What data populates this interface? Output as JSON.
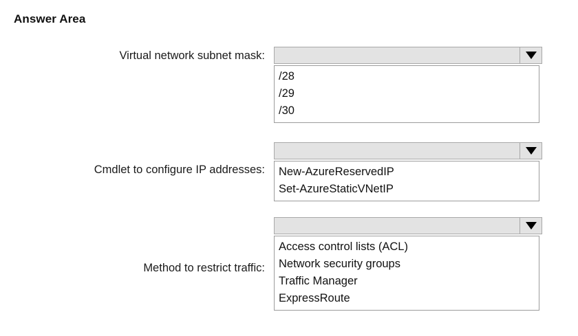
{
  "page": {
    "title": "Answer Area"
  },
  "icons": {
    "dropdown_arrow": "chevron-down-icon"
  },
  "colors": {
    "page_background": "#ffffff",
    "combo_fill": "#e3e3e3",
    "combo_border": "#a8a8a8",
    "list_background": "#ffffff",
    "list_border": "#9b9b9b",
    "text": "#111111",
    "arrow": "#000000"
  },
  "fields": [
    {
      "label": "Virtual network subnet mask:",
      "selected_value": "",
      "placeholder": "",
      "expanded": true,
      "options": [
        "/28",
        "/29",
        "/30"
      ]
    },
    {
      "label": "Cmdlet to configure IP addresses:",
      "selected_value": "",
      "placeholder": "",
      "expanded": true,
      "options": [
        "New-AzureReservedIP",
        "Set-AzureStaticVNetIP"
      ]
    },
    {
      "label": "Method to restrict traffic:",
      "selected_value": "",
      "placeholder": "",
      "expanded": true,
      "options": [
        "Access control lists (ACL)",
        "Network security groups",
        "Traffic Manager",
        "ExpressRoute"
      ]
    }
  ]
}
